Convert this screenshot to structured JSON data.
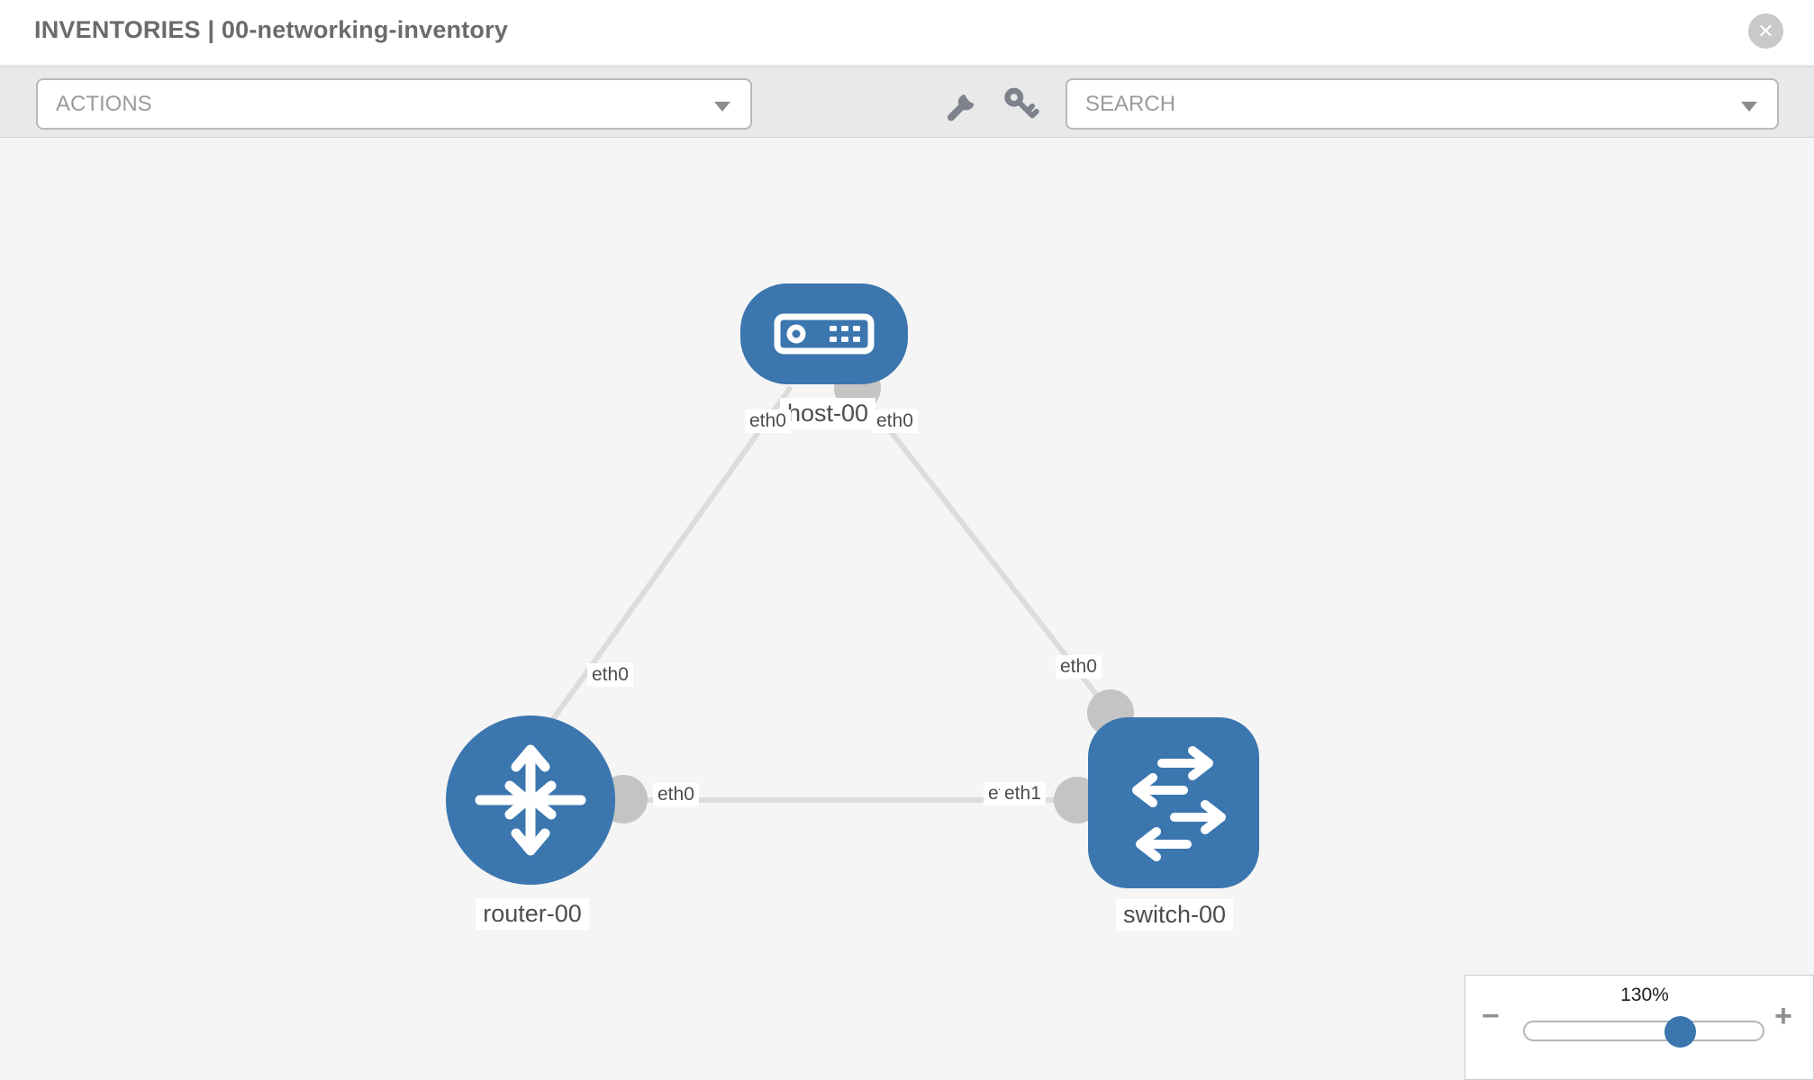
{
  "header": {
    "title": "INVENTORIES | 00-networking-inventory",
    "close_glyph": "✕"
  },
  "toolbar": {
    "actions_label": "ACTIONS",
    "search_label": "SEARCH",
    "tool_icons": [
      "wrench-icon",
      "key-icon"
    ]
  },
  "topology": {
    "nodes": {
      "host": {
        "label": "host-00",
        "type": "host"
      },
      "router": {
        "label": "router-00",
        "type": "router"
      },
      "switch": {
        "label": "switch-00",
        "type": "switch"
      }
    },
    "links": [
      {
        "from": "host-00",
        "to": "router-00",
        "from_iface": "eth0",
        "to_iface": "eth0"
      },
      {
        "from": "host-00",
        "to": "switch-00",
        "from_iface": "eth0",
        "to_iface": "eth0"
      },
      {
        "from": "router-00",
        "to": "switch-00",
        "from_iface": "eth0",
        "to_ifaces": [
          "eth0",
          "eth1"
        ]
      }
    ],
    "ifaces": {
      "host_left": "eth0",
      "host_right": "eth0",
      "link_host_router_mid": "eth0",
      "link_host_switch_mid": "eth0",
      "router_right": "eth0",
      "switch_left_under": "eth0",
      "switch_left_over": "eth1"
    }
  },
  "zoom_control": {
    "value": "130%",
    "percent": 130,
    "minus_glyph": "−",
    "plus_glyph": "+"
  },
  "colors": {
    "node_blue": "#3b76af",
    "link_gray": "#dcdcdc",
    "connector_gray": "#c4c4c4",
    "toolbar_bg": "#e9e9e9",
    "canvas_bg": "#f5f5f5",
    "icon_gray": "#7d828b"
  }
}
